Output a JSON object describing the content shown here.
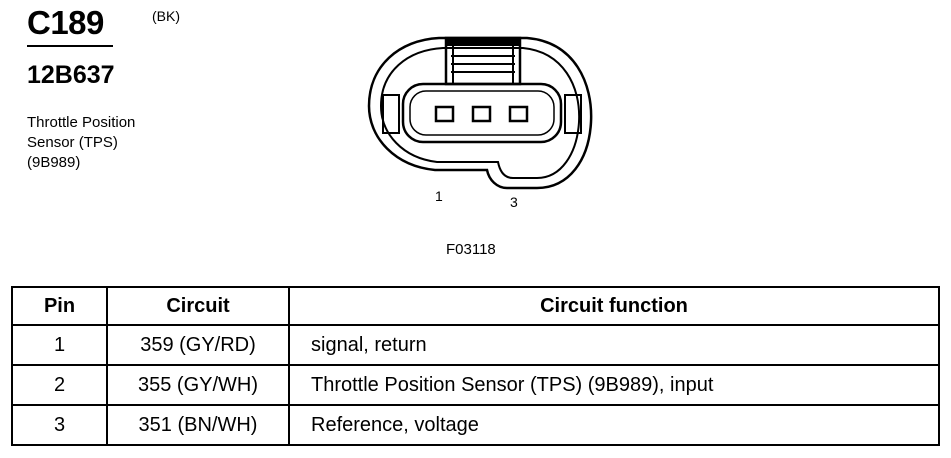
{
  "connector": {
    "id": "C189",
    "color_code": "(BK)",
    "part_number": "12B637",
    "description_lines": [
      "Throttle Position",
      "Sensor (TPS)",
      "(9B989)"
    ]
  },
  "figure": {
    "pin_labels": [
      "1",
      "3"
    ],
    "code": "F03118"
  },
  "table": {
    "headers": {
      "pin": "Pin",
      "circuit": "Circuit",
      "function": "Circuit function"
    },
    "rows": [
      {
        "pin": "1",
        "circuit": "359 (GY/RD)",
        "function": "signal, return"
      },
      {
        "pin": "2",
        "circuit": "355 (GY/WH)",
        "function": "Throttle Position Sensor (TPS) (9B989), input"
      },
      {
        "pin": "3",
        "circuit": "351 (BN/WH)",
        "function": "Reference, voltage"
      }
    ]
  }
}
